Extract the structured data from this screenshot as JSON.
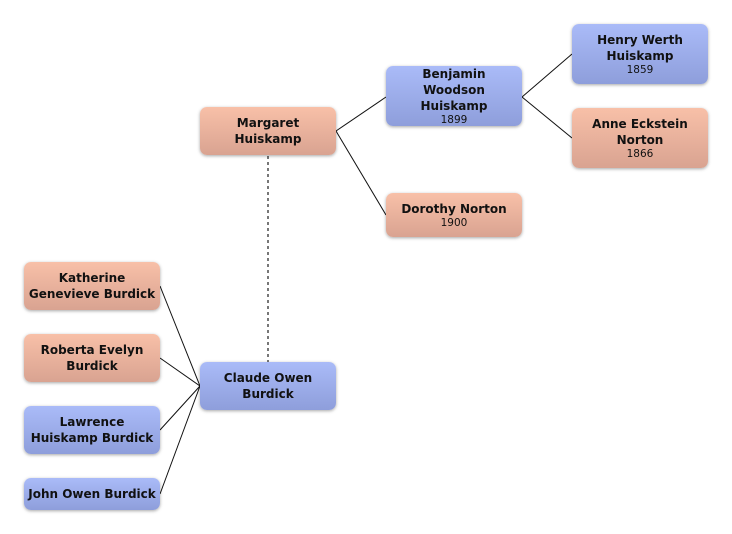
{
  "colors": {
    "female": "#f0b29c",
    "male": "#9dadeb",
    "line": "#111111",
    "spouse_line": "#777777"
  },
  "people": {
    "henry": {
      "name": "Henry Werth Huiskamp",
      "year": "1859",
      "gender": "male"
    },
    "anne": {
      "name": "Anne Eckstein Norton",
      "year": "1866",
      "gender": "female"
    },
    "benjamin": {
      "name": "Benjamin Woodson Huiskamp",
      "year": "1899",
      "gender": "male"
    },
    "dorothy": {
      "name": "Dorothy Norton",
      "year": "1900",
      "gender": "female"
    },
    "margaret": {
      "name": "Margaret Huiskamp",
      "gender": "female"
    },
    "claude": {
      "name": "Claude Owen Burdick",
      "gender": "male"
    },
    "katherine": {
      "name": "Katherine Genevieve Burdick",
      "gender": "female"
    },
    "roberta": {
      "name": "Roberta Evelyn Burdick",
      "gender": "female"
    },
    "lawrence": {
      "name": "Lawrence Huiskamp Burdick",
      "gender": "male"
    },
    "john": {
      "name": "John Owen Burdick",
      "gender": "male"
    }
  }
}
